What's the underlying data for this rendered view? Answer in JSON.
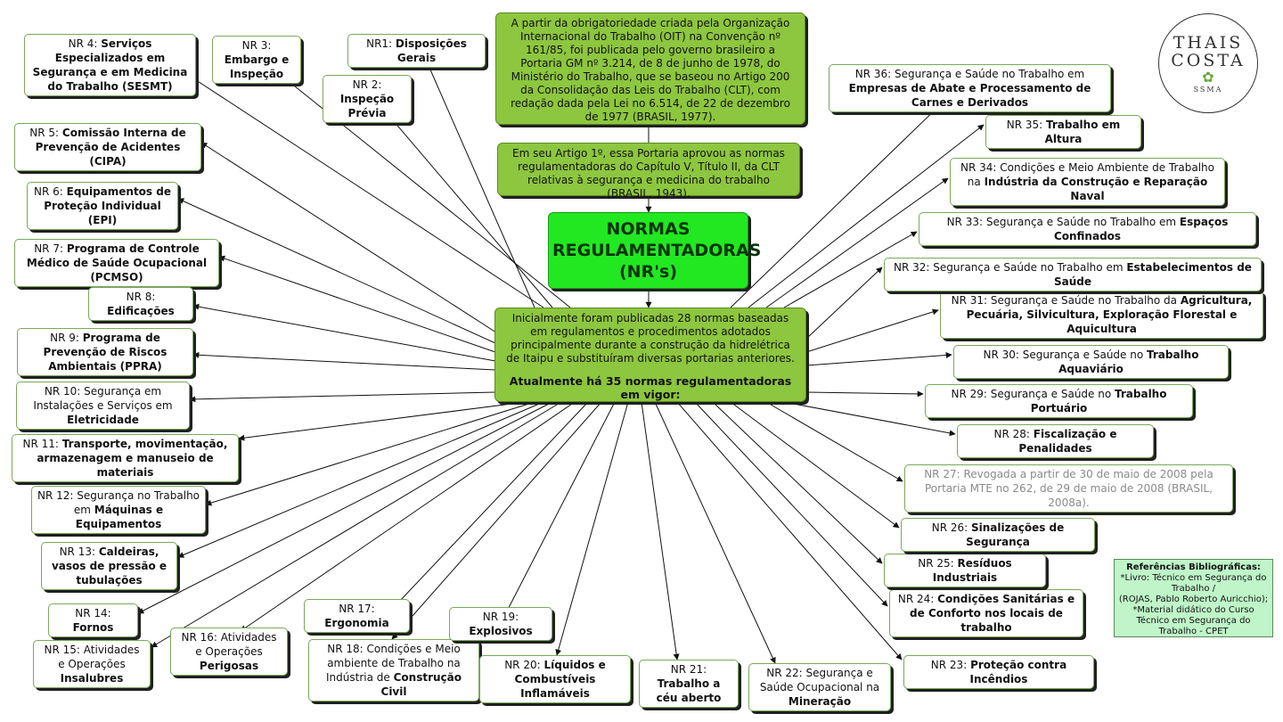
{
  "logo": {
    "line1": "THAIS",
    "line2": "COSTA",
    "tag": "SSMA"
  },
  "intro": "A partir da obrigatoriedade criada pela Organização Internacional do Trabalho (OIT) na Convenção nº 161/85, foi publicada pelo governo brasileiro a Portaria GM nº 3.214, de 8 de junho de 1978, do Ministério do Trabalho, que se baseou no Artigo 200 da Consolidação das Leis do Trabalho (CLT), com redação dada pela Lei no 6.514, de 22 de dezembro de 1977 (BRASIL, 1977).",
  "article": "Em seu Artigo 1º, essa Portaria aprovou as normas regulamentadoras do Capítulo V, Título II, da CLT relativas à segurança e medicina do trabalho (BRASIL, 1943).",
  "center": {
    "l1": "NORMAS",
    "l2": "REGULAMENTADORAS",
    "l3": "(NR's)"
  },
  "hub": {
    "text": "Inicialmente foram publicadas 28 normas baseadas em regulamentos e procedimentos adotados principalmente durante a construção da hidrelétrica de Itaipu e substituíram diversas portarias anteriores.",
    "current": "Atualmente há 35 normas regulamentadoras em vigor:"
  },
  "references": {
    "title": "Referências Bibliográficas:",
    "l1": "*Livro: Técnico em Segurança do Trabalho /",
    "l2": "(ROJAS, Pablo Roberto Auricchio);",
    "l3": "*Material didático do Curso Técnico em Segurança do Trabalho - CPET"
  },
  "nrs": [
    {
      "code": "NR1:",
      "name": "Disposições Gerais"
    },
    {
      "code": "NR 2:",
      "name": "Inspeção Prévia"
    },
    {
      "code": "NR 3:",
      "name": "Embargo e Inspeção"
    },
    {
      "code": "NR 4:",
      "name": "Serviços Especializados em Segurança e em Medicina do Trabalho (SESMT)"
    },
    {
      "code": "NR 5:",
      "name": "Comissão Interna de Prevenção de Acidentes (CIPA)"
    },
    {
      "code": "NR 6:",
      "name": "Equipamentos de Proteção Individual (EPI)"
    },
    {
      "code": "NR 7:",
      "name": "Programa de Controle Médico de Saúde Ocupacional (PCMSO)"
    },
    {
      "code": "NR 8:",
      "name": "Edificações"
    },
    {
      "code": "NR 9:",
      "name": "Programa de Prevenção de Riscos Ambientais (PPRA)"
    },
    {
      "code": "NR 10:",
      "pre": "Segurança em Instalações e Serviços em",
      "name": "Eletricidade"
    },
    {
      "code": "NR 11:",
      "name": "Transporte, movimentação, armazenagem e manuseio de materiais"
    },
    {
      "code": "NR 12:",
      "pre": "Segurança no Trabalho em",
      "name": "Máquinas e Equipamentos"
    },
    {
      "code": "NR 13:",
      "name": "Caldeiras, vasos de pressão e tubulações"
    },
    {
      "code": "NR 14:",
      "name": "Fornos"
    },
    {
      "code": "NR 15:",
      "pre": "Atividades e Operações",
      "name": "Insalubres"
    },
    {
      "code": "NR 16:",
      "pre": "Atividades e Operações",
      "name": "Perigosas"
    },
    {
      "code": "NR 17:",
      "name": "Ergonomia"
    },
    {
      "code": "NR 18:",
      "pre": "Condições e Meio ambiente de Trabalho na Indústria de",
      "name": "Construção Civil"
    },
    {
      "code": "NR 19:",
      "name": "Explosivos"
    },
    {
      "code": "NR 20:",
      "name": "Líquidos e Combustíveis Inflamáveis"
    },
    {
      "code": "NR 21:",
      "name": "Trabalho a céu aberto"
    },
    {
      "code": "NR 22:",
      "pre": "Segurança e Saúde Ocupacional na",
      "name": "Mineração"
    },
    {
      "code": "NR 23:",
      "name": "Proteção contra Incêndios"
    },
    {
      "code": "NR 24:",
      "name": "Condições Sanitárias e de Conforto nos locais de trabalho"
    },
    {
      "code": "NR 25:",
      "name": "Resíduos Industriais"
    },
    {
      "code": "NR 26:",
      "name": "Sinalizações de Segurança"
    },
    {
      "code": "NR 27:",
      "pre": "Revogada a partir de 30 de maio de 2008 pela Portaria MTE no 262, de 29 de maio de 2008 (BRASIL, 2008a).",
      "name": ""
    },
    {
      "code": "NR 28:",
      "name": "Fiscalização e Penalidades"
    },
    {
      "code": "NR 29:",
      "pre": "Segurança e Saúde no",
      "name": "Trabalho Portuário"
    },
    {
      "code": "NR 30:",
      "pre": "Segurança e Saúde no",
      "name": "Trabalho Aquaviário"
    },
    {
      "code": "NR 31:",
      "pre": "Segurança e Saúde no Trabalho da",
      "name": "Agricultura, Pecuária, Silvicultura, Exploração Florestal e Aquicultura"
    },
    {
      "code": "NR 32:",
      "pre": "Segurança e Saúde no Trabalho em",
      "name": "Estabelecimentos de Saúde"
    },
    {
      "code": "NR 33:",
      "pre": "Segurança e Saúde no Trabalho em",
      "name": "Espaços Confinados"
    },
    {
      "code": "NR 34:",
      "pre": "Condições e Meio Ambiente de Trabalho na",
      "name": "Indústria da Construção e Reparação Naval"
    },
    {
      "code": "NR 35:",
      "name": "Trabalho em Altura"
    },
    {
      "code": "NR 36:",
      "pre": "Segurança e Saúde no Trabalho em",
      "name": "Empresas de Abate e Processamento de Carnes e Derivados"
    }
  ]
}
